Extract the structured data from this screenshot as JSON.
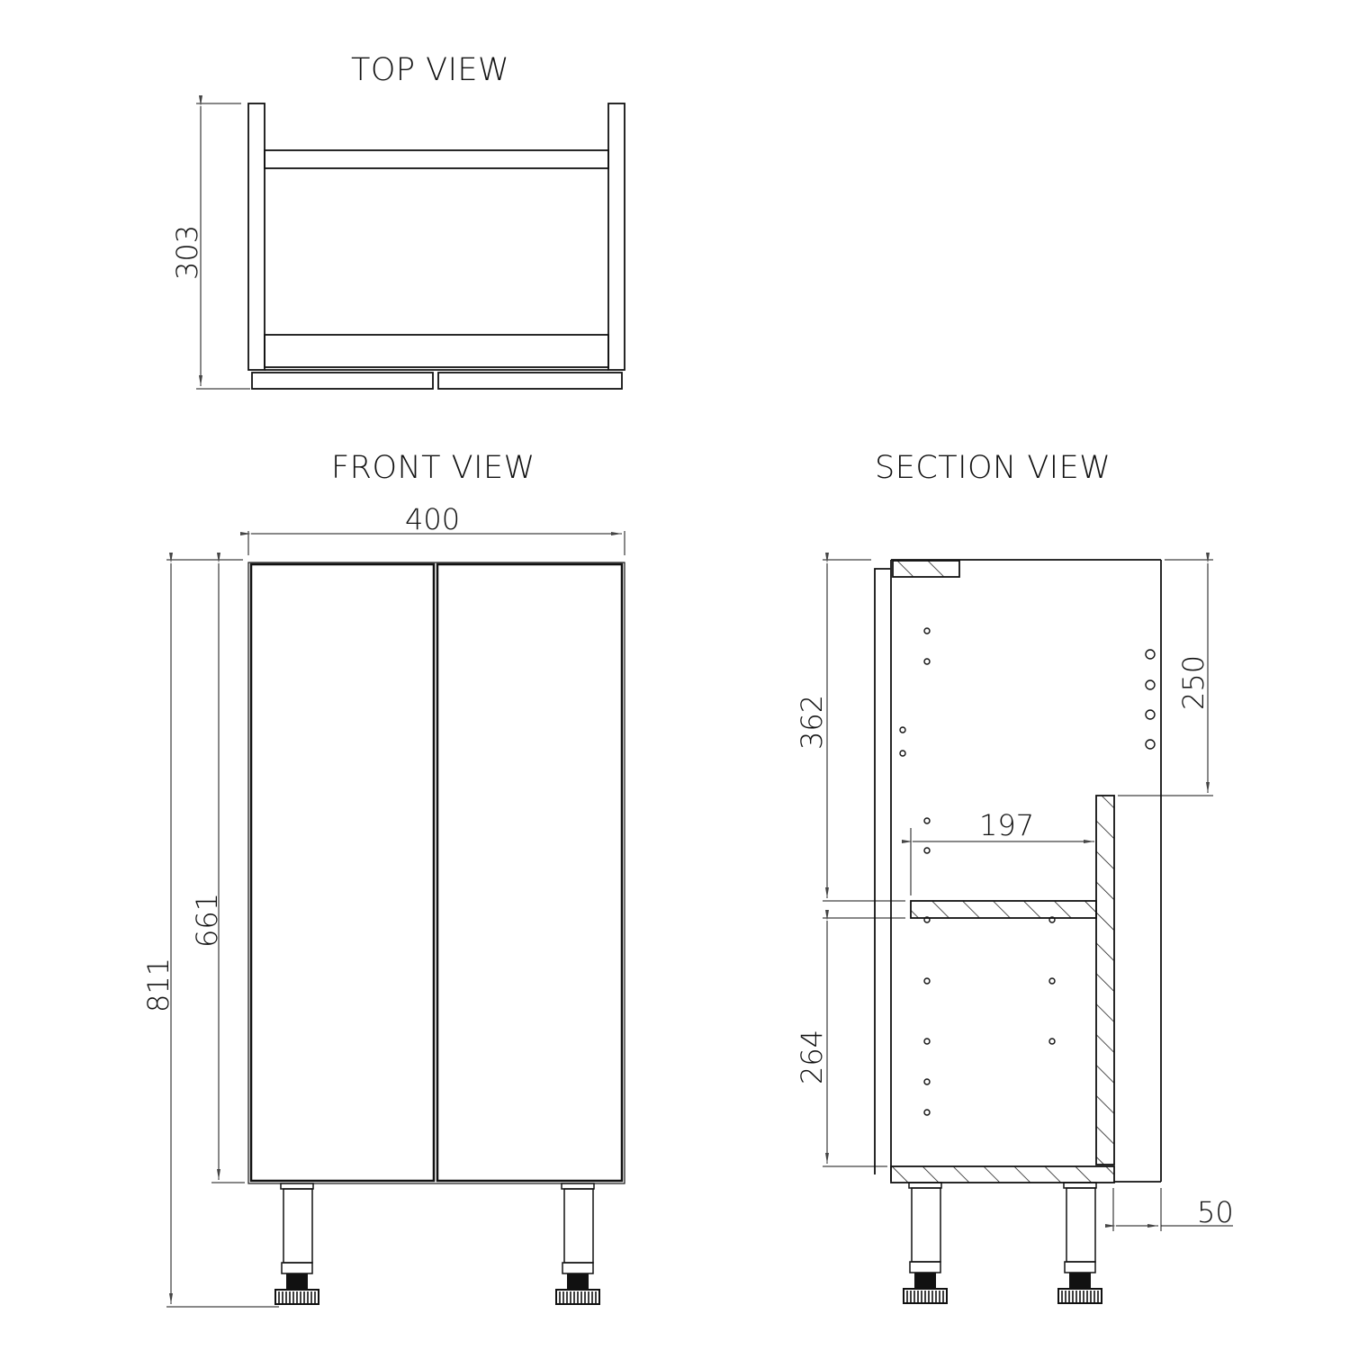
{
  "views": {
    "top": {
      "title": "TOP VIEW",
      "depth_dim": "303"
    },
    "front": {
      "title": "FRONT VIEW",
      "width_dim": "400",
      "total_height_dim": "811",
      "door_height_dim": "661"
    },
    "section": {
      "title": "SECTION VIEW",
      "upper_height_dim": "362",
      "lower_height_dim": "264",
      "shelf_depth_dim": "197",
      "back_height_dim": "250",
      "kick_offset_dim": "50"
    }
  },
  "colors": {
    "line": "#111111",
    "background": "#ffffff"
  }
}
